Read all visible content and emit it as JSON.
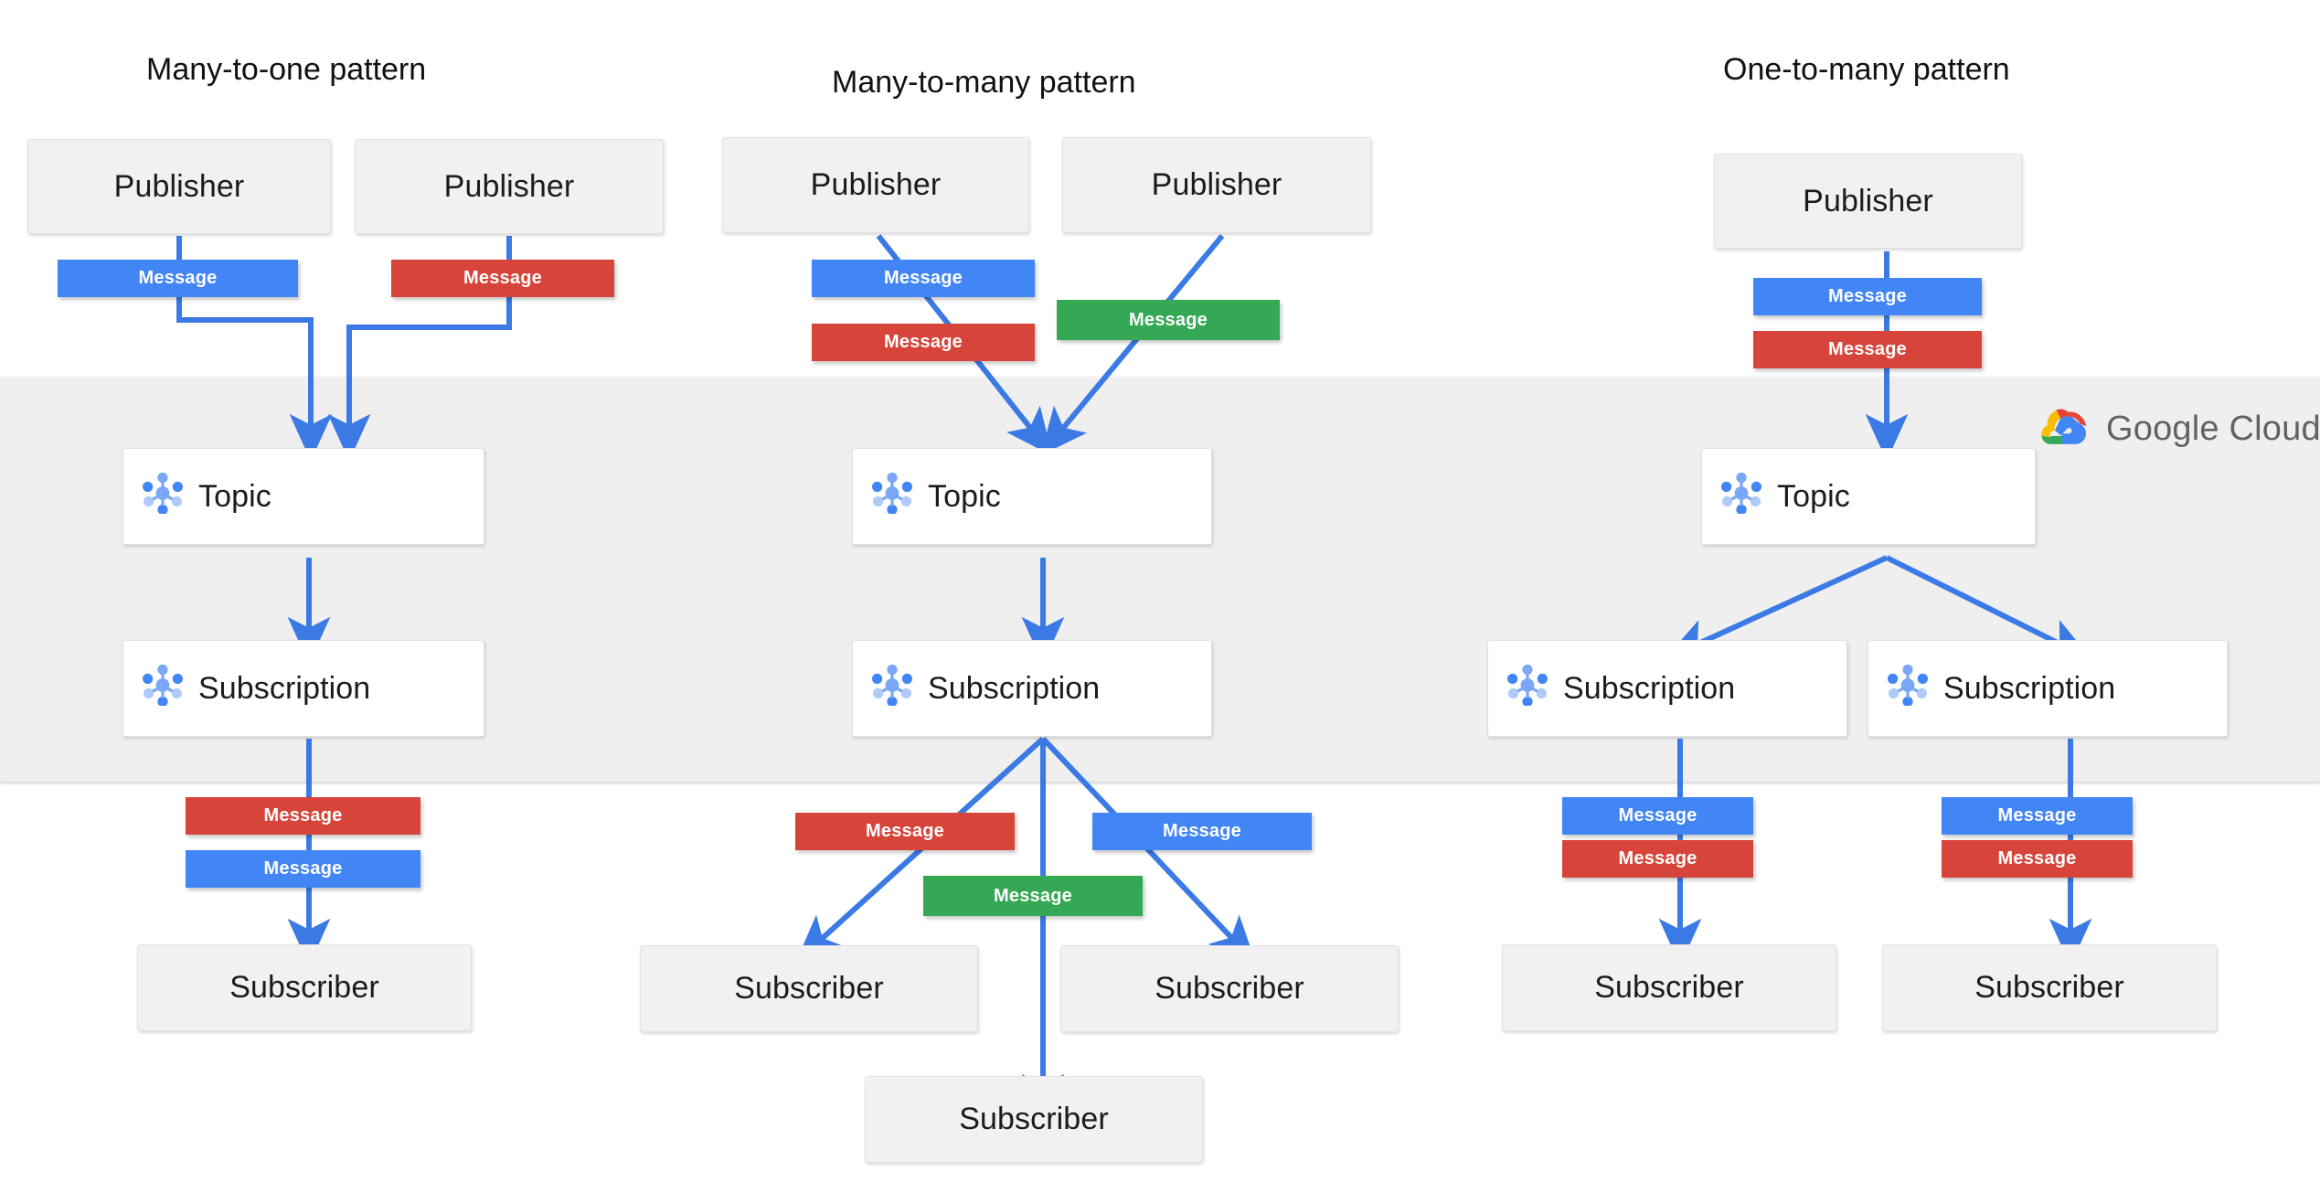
{
  "diagram": {
    "title_left": "Many-to-one pattern",
    "title_mid": "Many-to-many  pattern",
    "title_right": "One-to-many pattern",
    "brand": {
      "word_google": "Google",
      "word_cloud": "Cloud",
      "icon": "google-cloud-logo"
    },
    "colors": {
      "blue": "#4285f4",
      "red": "#d7453a",
      "green": "#34a853",
      "band_gray": "#efefef",
      "node_gray": "#f1f1f1",
      "arrow_blue": "#3b7ae4"
    },
    "labels": {
      "publisher": "Publisher",
      "subscriber": "Subscriber",
      "topic": "Topic",
      "subscription": "Subscription",
      "message": "Message"
    },
    "columns": [
      {
        "id": "many-to-one",
        "title": "Many-to-one pattern",
        "publishers": [
          "Publisher",
          "Publisher"
        ],
        "publish_messages": [
          {
            "label": "Message",
            "color": "blue"
          },
          {
            "label": "Message",
            "color": "red"
          }
        ],
        "topics": [
          "Topic"
        ],
        "subscriptions": [
          "Subscription"
        ],
        "deliver_messages": [
          {
            "label": "Message",
            "color": "red"
          },
          {
            "label": "Message",
            "color": "blue"
          }
        ],
        "subscribers": [
          "Subscriber"
        ]
      },
      {
        "id": "many-to-many",
        "title": "Many-to-many  pattern",
        "publishers": [
          "Publisher",
          "Publisher"
        ],
        "publish_messages": [
          {
            "label": "Message",
            "color": "blue"
          },
          {
            "label": "Message",
            "color": "red"
          },
          {
            "label": "Message",
            "color": "green"
          }
        ],
        "topics": [
          "Topic"
        ],
        "subscriptions": [
          "Subscription"
        ],
        "deliver_messages": [
          {
            "label": "Message",
            "color": "red"
          },
          {
            "label": "Message",
            "color": "blue"
          },
          {
            "label": "Message",
            "color": "green"
          }
        ],
        "subscribers": [
          "Subscriber",
          "Subscriber",
          "Subscriber"
        ]
      },
      {
        "id": "one-to-many",
        "title": "One-to-many pattern",
        "publishers": [
          "Publisher"
        ],
        "publish_messages": [
          {
            "label": "Message",
            "color": "blue"
          },
          {
            "label": "Message",
            "color": "red"
          }
        ],
        "topics": [
          "Topic"
        ],
        "subscriptions": [
          "Subscription",
          "Subscription"
        ],
        "deliver_messages": [
          {
            "label": "Message",
            "color": "blue"
          },
          {
            "label": "Message",
            "color": "red"
          },
          {
            "label": "Message",
            "color": "blue"
          },
          {
            "label": "Message",
            "color": "red"
          }
        ],
        "subscribers": [
          "Subscriber",
          "Subscriber"
        ]
      }
    ],
    "nodes": {
      "l_pub_1": "Publisher",
      "l_pub_2": "Publisher",
      "l_msg_1": "Message",
      "l_msg_2": "Message",
      "l_topic": "Topic",
      "l_sub": "Subscription",
      "l_msg_3": "Message",
      "l_msg_4": "Message",
      "l_subscriber": "Subscriber",
      "m_pub_1": "Publisher",
      "m_pub_2": "Publisher",
      "m_msg_1": "Message",
      "m_msg_2": "Message",
      "m_msg_3": "Message",
      "m_topic": "Topic",
      "m_sub": "Subscription",
      "m_msg_4": "Message",
      "m_msg_5": "Message",
      "m_msg_6": "Message",
      "m_subscriber_1": "Subscriber",
      "m_subscriber_2": "Subscriber",
      "m_subscriber_3": "Subscriber",
      "r_pub_1": "Publisher",
      "r_msg_1": "Message",
      "r_msg_2": "Message",
      "r_topic": "Topic",
      "r_sub_1": "Subscription",
      "r_sub_2": "Subscription",
      "r_msg_3": "Message",
      "r_msg_4": "Message",
      "r_msg_5": "Message",
      "r_msg_6": "Message",
      "r_subscriber_1": "Subscriber",
      "r_subscriber_2": "Subscriber"
    }
  }
}
